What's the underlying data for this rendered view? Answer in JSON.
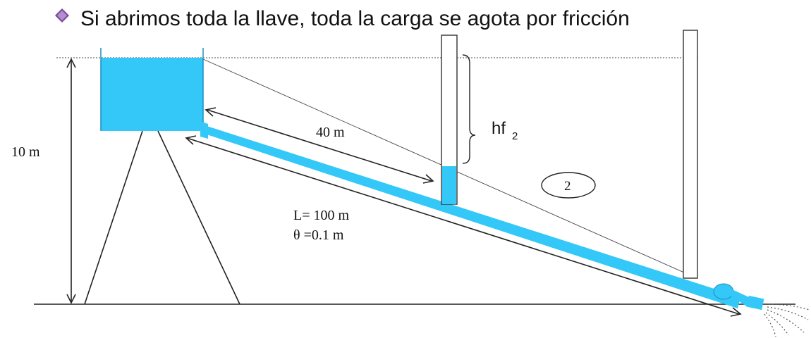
{
  "title": "Si  abrimos toda la llave, toda la carga se agota por fricción",
  "labels": {
    "height": "10 m",
    "segment_length": "40 m",
    "head_loss": "hf",
    "head_loss_subscript": "2",
    "pipe_length": "L= 100 m",
    "pipe_diameter": "θ =0.1 m",
    "section_number": "2"
  },
  "colors": {
    "water": "#33c8f7",
    "bullet": "#7a4a9a",
    "line": "#222222"
  },
  "icons": {
    "bullet": "diamond-bullet-icon",
    "valve": "valve-icon",
    "spray": "water-spray-icon"
  }
}
